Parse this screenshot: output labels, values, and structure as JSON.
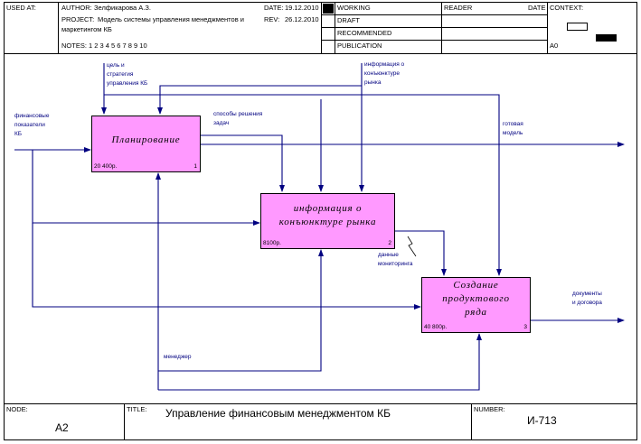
{
  "header": {
    "used_at_label": "USED AT:",
    "author_label": "AUTHOR:",
    "author_value": "Зелфикарова А.З.",
    "date_label": "DATE:",
    "date_value": "19.12.2010",
    "project_label": "PROJECT:",
    "project_value_line1": "Модель системы управления менеджментов и",
    "project_value_line2": "маркетингом КБ",
    "rev_label": "REV:",
    "rev_value": "26.12.2010",
    "notes_label": "NOTES:",
    "notes_value": "1 2 3 4 5 6 7 8 9 10",
    "status_working": "WORKING",
    "status_draft": "DRAFT",
    "status_recommended": "RECOMMENDED",
    "status_publication": "PUBLICATION",
    "reader_label": "READER",
    "reader_date_label": "DATE",
    "context_label": "CONTEXT:",
    "context_node": "A0"
  },
  "boxes": [
    {
      "name": "Планирование",
      "cost": "20 400р.",
      "number": "1"
    },
    {
      "name_line1": "информация о",
      "name_line2": "конъюнктуре рынка",
      "cost": "8100р.",
      "number": "2"
    },
    {
      "name_line1": "Создание",
      "name_line2": "продуктового",
      "name_line3": "ряда",
      "cost": "40 800р.",
      "number": "3"
    }
  ],
  "arrow_labels": {
    "control_strategy": [
      "цель и",
      "стратегия",
      "управления КБ"
    ],
    "control_market_info": [
      "информация о",
      "конъюнктуре",
      "рынка"
    ],
    "input_financial": [
      "финансовые",
      "показатели",
      "КБ"
    ],
    "solution_methods": [
      "способы решения",
      "задач"
    ],
    "output_ready_model": [
      "готовая",
      "модель"
    ],
    "monitoring_data": [
      "данные",
      "мониторинга"
    ],
    "output_documents": [
      "документы",
      "и договора"
    ],
    "mechanism_manager": [
      "менеджер"
    ]
  },
  "footer": {
    "node_label": "NODE:",
    "node_value": "A2",
    "title_label": "TITLE:",
    "title_value": "Управление финансовым  менеджментом КБ",
    "number_label": "NUMBER:",
    "number_value": "И-713"
  },
  "colors": {
    "box_fill": "#ff99ff",
    "arrow": "#000080",
    "frame": "#000000"
  }
}
